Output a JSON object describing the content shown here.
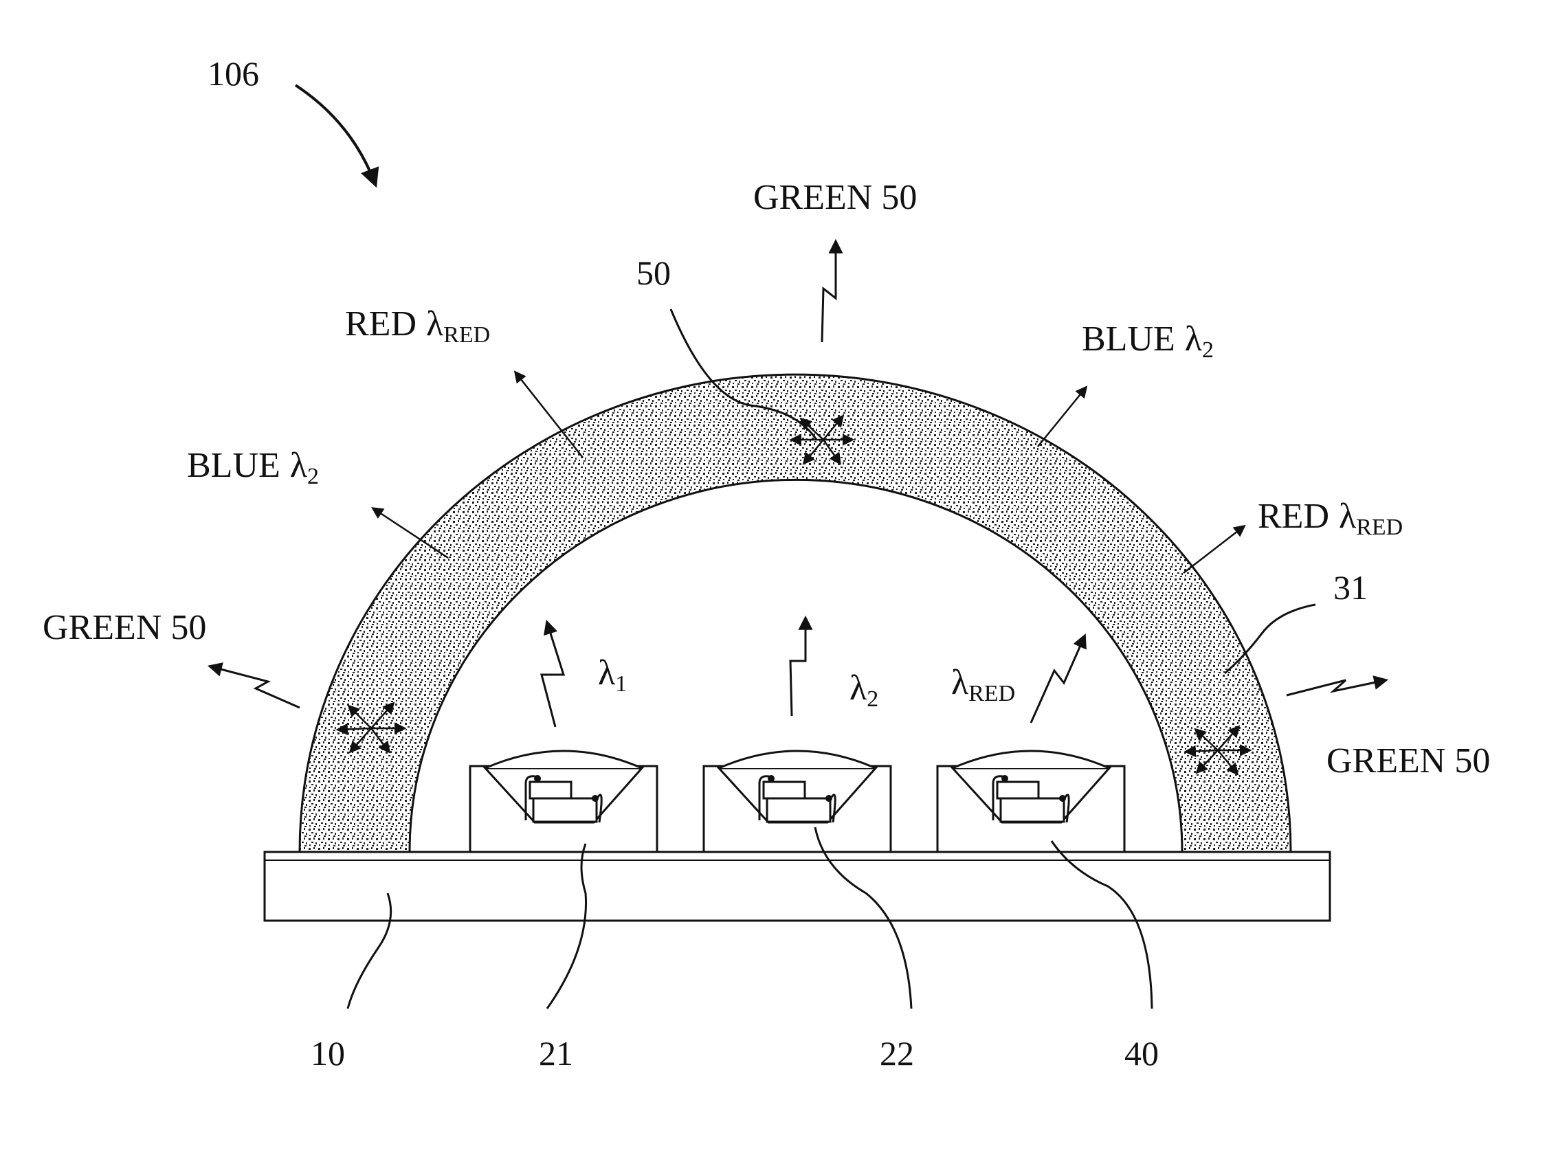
{
  "figure_number": "106",
  "labels": {
    "green_top": "GREEN 50",
    "green_left": "GREEN 50",
    "green_right": "GREEN 50",
    "red_left": "RED",
    "red_right": "RED",
    "blue_left": "BLUE",
    "blue_right": "BLUE",
    "lambda": "λ",
    "sub_red": "RED",
    "sub_1": "1",
    "sub_2": "2"
  },
  "refs": {
    "r50": "50",
    "r31": "31",
    "r10": "10",
    "r21": "21",
    "r22": "22",
    "r40": "40"
  },
  "colors": {
    "ink": "#111111",
    "phosphor_dot": "#222222",
    "background": "#ffffff"
  }
}
